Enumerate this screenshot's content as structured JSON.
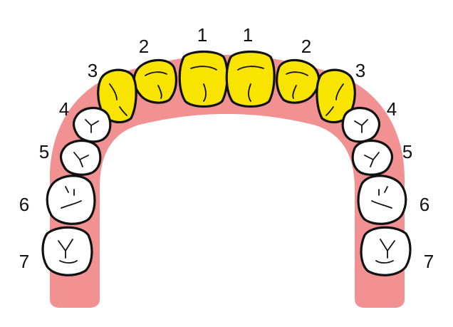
{
  "colors": {
    "gum": "#f29191",
    "front_teeth": "#f9e400",
    "back_teeth": "#ffffff",
    "outline": "#111111",
    "background": "#ffffff"
  },
  "teeth_left": [
    {
      "label": "1",
      "highlighted": true
    },
    {
      "label": "2",
      "highlighted": true
    },
    {
      "label": "3",
      "highlighted": true
    },
    {
      "label": "4",
      "highlighted": false
    },
    {
      "label": "5",
      "highlighted": false
    },
    {
      "label": "6",
      "highlighted": false
    },
    {
      "label": "7",
      "highlighted": false
    }
  ],
  "teeth_right": [
    {
      "label": "1",
      "highlighted": true
    },
    {
      "label": "2",
      "highlighted": true
    },
    {
      "label": "3",
      "highlighted": true
    },
    {
      "label": "4",
      "highlighted": false
    },
    {
      "label": "5",
      "highlighted": false
    },
    {
      "label": "6",
      "highlighted": false
    },
    {
      "label": "7",
      "highlighted": false
    }
  ]
}
